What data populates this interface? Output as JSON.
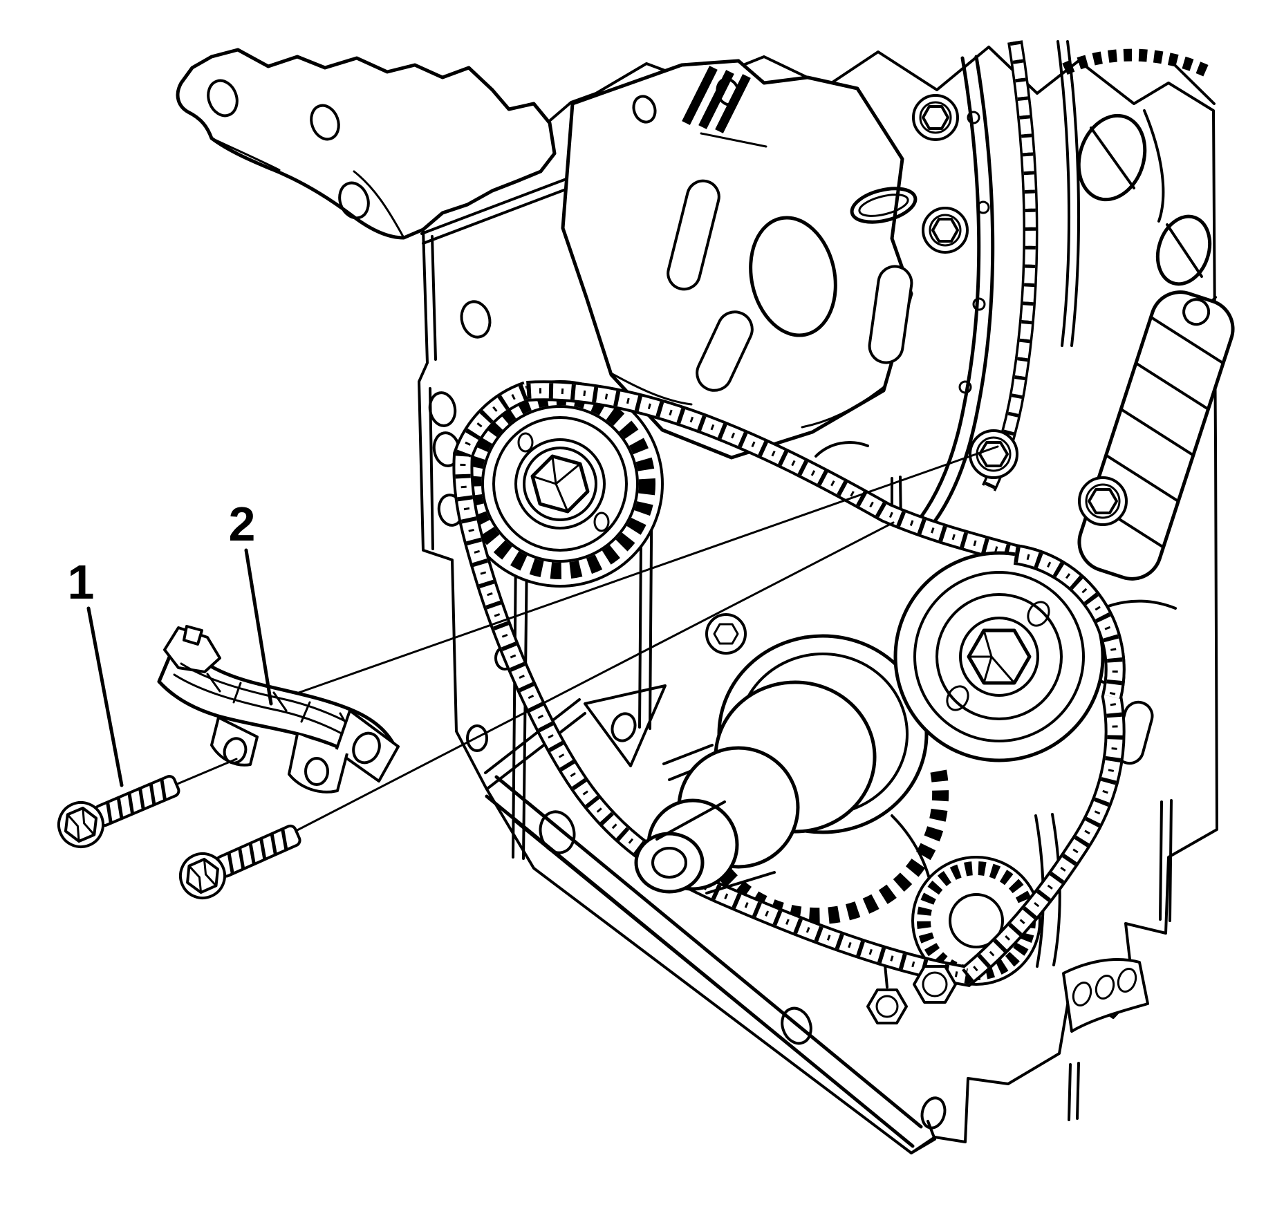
{
  "figure": {
    "kind": "service-manual-line-illustration",
    "subject": "engine-timing-chain-guide-installation",
    "colors": {
      "background": "#ffffff",
      "line": "#000000"
    },
    "callouts": [
      {
        "label": "1"
      },
      {
        "label": "2"
      }
    ]
  }
}
